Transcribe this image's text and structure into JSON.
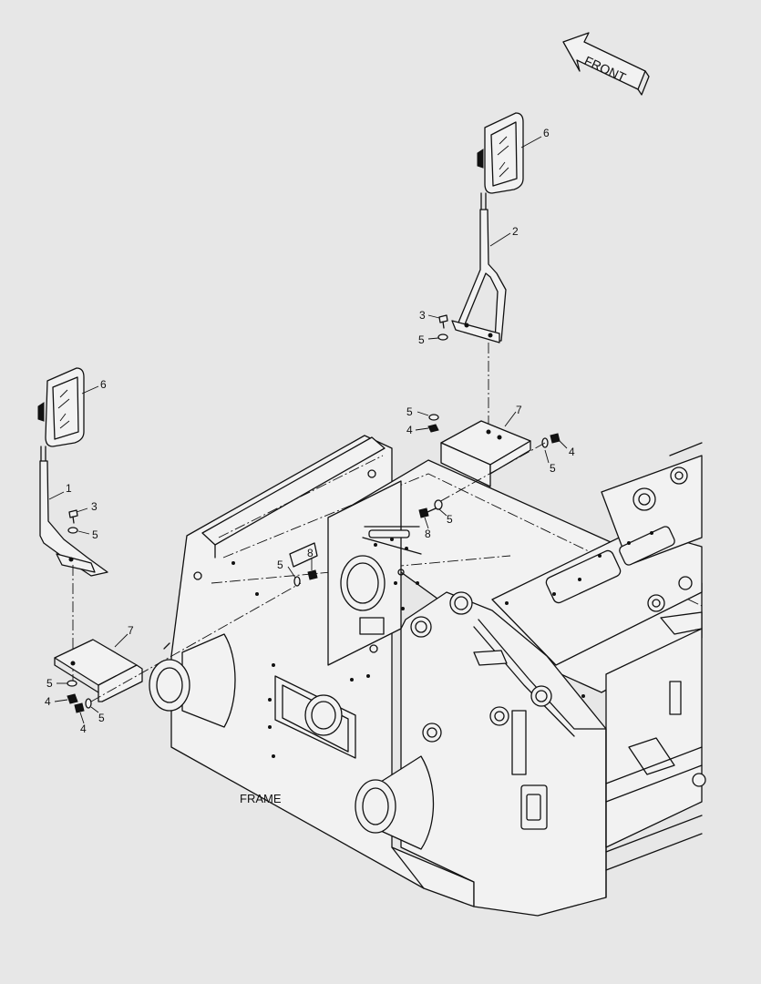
{
  "front_label": "FRONT",
  "frame_label": "FRAME",
  "callouts": {
    "mirror_right": "6",
    "stay_right": "2",
    "bolt_right": "3",
    "washer_right": "5",
    "bracket_right": "7",
    "washer_right_b": "5",
    "nut_right": "4",
    "nut_right_side": "4",
    "washer_right_side": "5",
    "bolt_right_low": "8",
    "washer_right_low": "5",
    "mirror_left": "6",
    "stay_left": "1",
    "bolt_left": "3",
    "washer_left": "5",
    "washer_frame": "5",
    "bolt_frame": "8",
    "bracket_left": "7",
    "washer_left_b": "5",
    "nut_left_a": "4",
    "nut_left_b": "4",
    "washer_left_c": "5"
  }
}
